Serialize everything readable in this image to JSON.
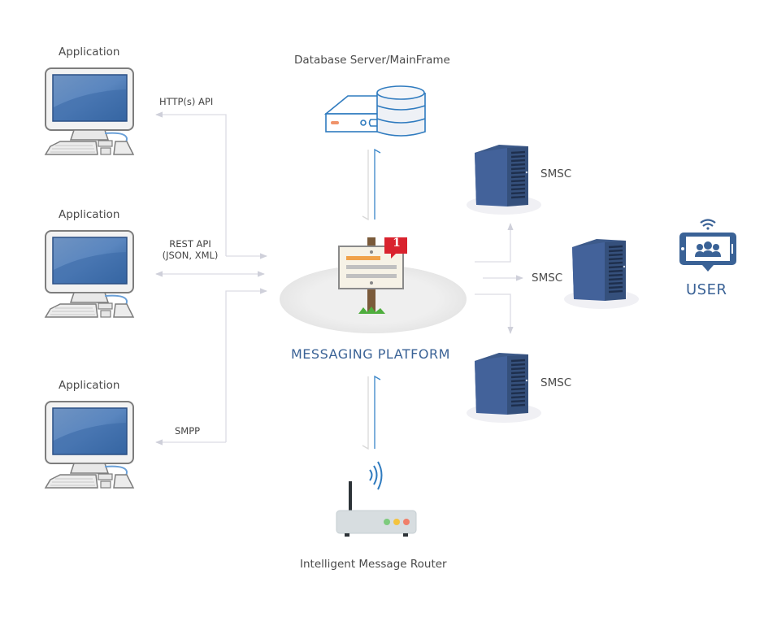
{
  "diagram": {
    "title": "Messaging platform architecture",
    "nodes": {
      "app1": {
        "label": "Application",
        "icon": "desktop-computer-icon"
      },
      "app2": {
        "label": "Application",
        "icon": "desktop-computer-icon"
      },
      "app3": {
        "label": "Application",
        "icon": "desktop-computer-icon"
      },
      "database": {
        "label": "Database Server/MainFrame",
        "icon": "database-server-icon"
      },
      "platform": {
        "label": "MESSAGING PLATFORM",
        "icon": "signpost-notification-icon",
        "badge": "1"
      },
      "router": {
        "label": "Intelligent Message Router",
        "icon": "wifi-router-icon"
      },
      "smsc1": {
        "label": "SMSC",
        "icon": "tower-server-icon"
      },
      "smsc2": {
        "label": "SMSC",
        "icon": "tower-server-icon"
      },
      "smsc3": {
        "label": "SMSC",
        "icon": "tower-server-icon"
      },
      "user": {
        "label": "USER",
        "icon": "mobile-users-icon"
      }
    },
    "edges": {
      "http": {
        "label": "HTTP(s) API",
        "from": "platform",
        "to": "app1"
      },
      "rest_line1": "REST API",
      "rest_line2": "(JSON, XML)",
      "rest": {
        "from": "app2",
        "to": "platform",
        "bidirectional": true
      },
      "smpp": {
        "label": "SMPP",
        "from": "app3",
        "to": "platform"
      },
      "db": {
        "from": "database",
        "to": "platform",
        "bidirectional": true
      },
      "router_link": {
        "from": "router",
        "to": "platform",
        "bidirectional": true
      },
      "smsc_links": [
        "smsc1",
        "smsc2",
        "smsc3"
      ]
    },
    "colors": {
      "brand_blue": "#3a6296",
      "icon_blue": "#2f7bbf",
      "connector_gray": "#d8d8e0",
      "badge_red": "#d9232e",
      "server_blue": "#3d5a8a"
    }
  }
}
